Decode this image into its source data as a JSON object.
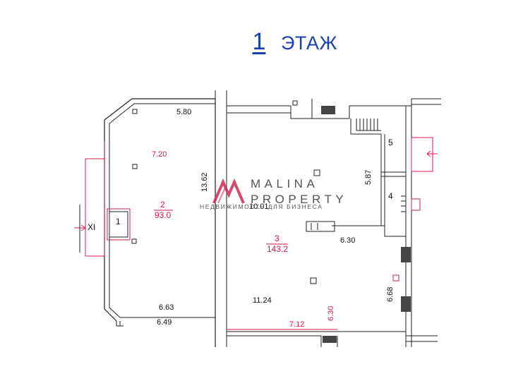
{
  "title": {
    "number": "1",
    "label": "ЭТАЖ"
  },
  "watermark": {
    "name_line1": "MALINA",
    "name_line2": "PROPERTY",
    "tagline": "НЕДВИЖИМОСТЬ ДЛЯ БИЗНЕСА"
  },
  "rooms": [
    {
      "id": "2",
      "area": "93.0"
    },
    {
      "id": "3",
      "area": "143.2"
    },
    {
      "id": "1"
    },
    {
      "id": "4"
    },
    {
      "id": "5"
    }
  ],
  "dimensions": {
    "d580": "5.80",
    "d720": "7.20",
    "d1362": "13.62",
    "d663": "6.63",
    "d649": "6.49",
    "d1001": "10.01",
    "d587": "5.87",
    "d630a": "6.30",
    "d1124": "11.24",
    "d630b": "6.30",
    "d712": "7.12",
    "d668": "6.68"
  },
  "markers": {
    "section": "XI"
  },
  "colors": {
    "title": "#1a3fb0",
    "annotation": "#d81b4a",
    "wall": "#222222",
    "watermark": "#555555"
  }
}
